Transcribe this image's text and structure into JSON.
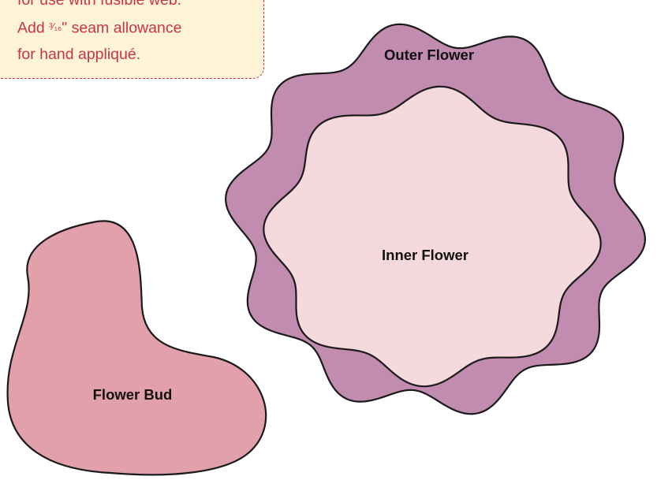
{
  "note": {
    "lines": [
      "for use with fusible web.",
      "Add",
      "³⁄₁₆",
      "\" seam allowance",
      "for hand appliqué."
    ],
    "color": "#c8344a",
    "background": "#fdf3d6"
  },
  "shapes": {
    "outer_flower": {
      "label": "Outer Flower",
      "fill": "#c28cb0"
    },
    "inner_flower": {
      "label": "Inner Flower",
      "fill": "#f6d9dd"
    },
    "flower_bud": {
      "label": "Flower Bud",
      "fill": "#e2a0ab"
    },
    "outline": "#1a1a1a"
  }
}
